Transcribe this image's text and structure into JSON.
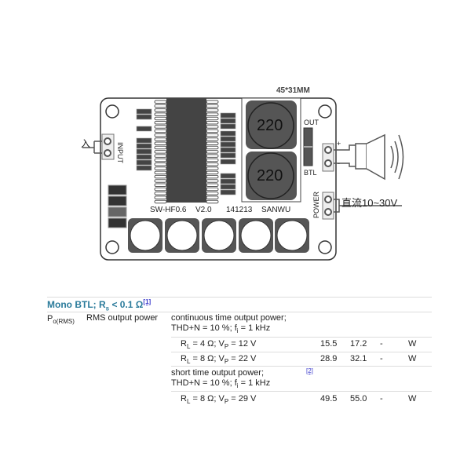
{
  "board": {
    "dimension": "45*31MM",
    "inductor_labels": [
      "220",
      "220"
    ],
    "out_label": "OUT",
    "btl_label": "BTL",
    "input_label": "INPUT",
    "input_cn": "入",
    "power_label": "POWER",
    "power_cn": "直流10~30V",
    "silk": [
      "SW-HF0.6",
      "V2.0",
      "141213",
      "SANWU"
    ],
    "plus": "+",
    "minus": "-"
  },
  "table": {
    "header": {
      "text": "Mono BTL; R",
      "sub": "s",
      "rest": " < 0.1 Ω",
      "ref": "[1]"
    },
    "symbol": {
      "main": "P",
      "sub": "o(RMS)"
    },
    "parameter": "RMS output power",
    "groups": [
      {
        "cond1": "continuous time output power;",
        "cond2": "THD+N = 10 %; f",
        "cond2_sub": "i",
        "cond2_rest": " = 1 kHz",
        "ref": "",
        "rows": [
          {
            "cond": "R_L = 4 Ω; V_P = 12 V",
            "rl": "4",
            "vp": "12",
            "min": "15.5",
            "typ": "17.2",
            "max": "-",
            "unit": "W"
          },
          {
            "cond": "R_L = 8 Ω; V_P = 22 V",
            "rl": "8",
            "vp": "22",
            "min": "28.9",
            "typ": "32.1",
            "max": "-",
            "unit": "W"
          }
        ]
      },
      {
        "cond1": "short time output power;",
        "cond2": "THD+N = 10 %; f",
        "cond2_sub": "i",
        "cond2_rest": " = 1 kHz",
        "ref": "[2]",
        "rows": [
          {
            "cond": "R_L = 8 Ω; V_P = 29 V",
            "rl": "8",
            "vp": "29",
            "min": "49.5",
            "typ": "55.0",
            "max": "-",
            "unit": "W"
          }
        ]
      }
    ]
  }
}
